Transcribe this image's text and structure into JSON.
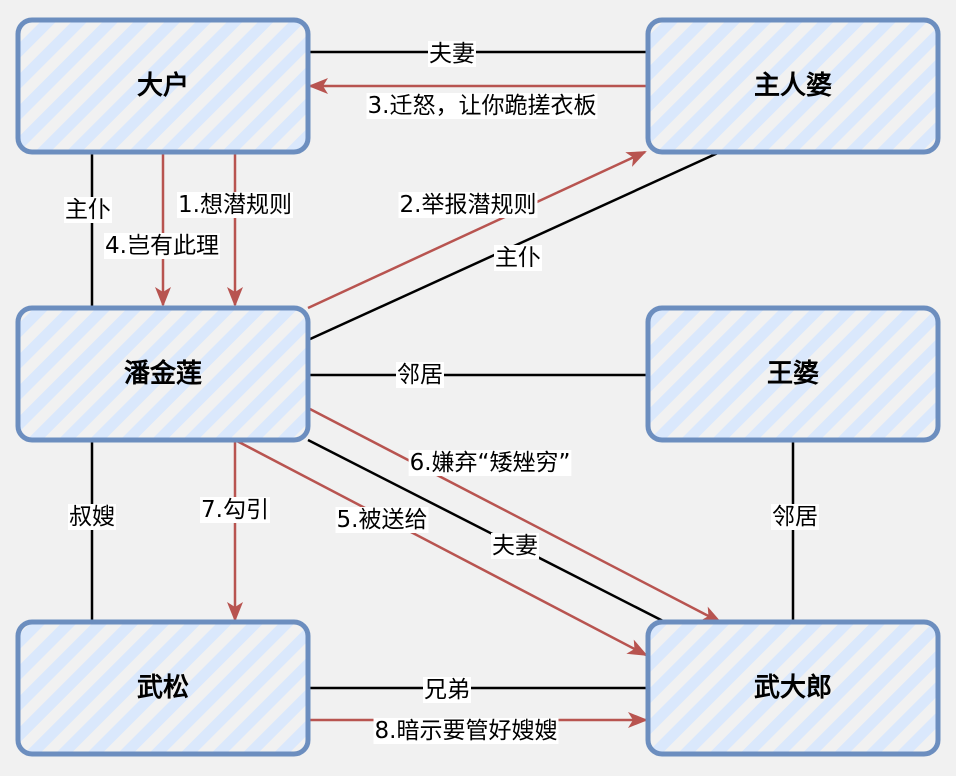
{
  "nodes": {
    "dahu": "大户",
    "zhurenpo": "主人婆",
    "panjinlian": "潘金莲",
    "wangpo": "王婆",
    "wusong": "武松",
    "wudalang": "武大郎"
  },
  "edges": {
    "dahu_zhurenpo": "夫妻",
    "e3": "3.迁怒，让你跪搓衣板",
    "dahu_pan_zhupu": "主仆",
    "e1": "1.想潜规则",
    "e4": "4.岂有此理",
    "e2": "2.举报潜规则",
    "zhurenpo_pan_zhupu": "主仆",
    "pan_wangpo": "邻居",
    "e6": "6.嫌弃“矮矬穷”",
    "pan_wudalang": "夫妻",
    "e5": "5.被送给",
    "e7": "7.勾引",
    "pan_wusong": "叔嫂",
    "wangpo_wudalang": "邻居",
    "wusong_wudalang": "兄弟",
    "e8": "8.暗示要管好嫂嫂"
  },
  "colors": {
    "node_stroke": "#6c8ebf",
    "node_fill": "#dae8fc",
    "red_edge": "#b85450",
    "black_edge": "#000000"
  }
}
